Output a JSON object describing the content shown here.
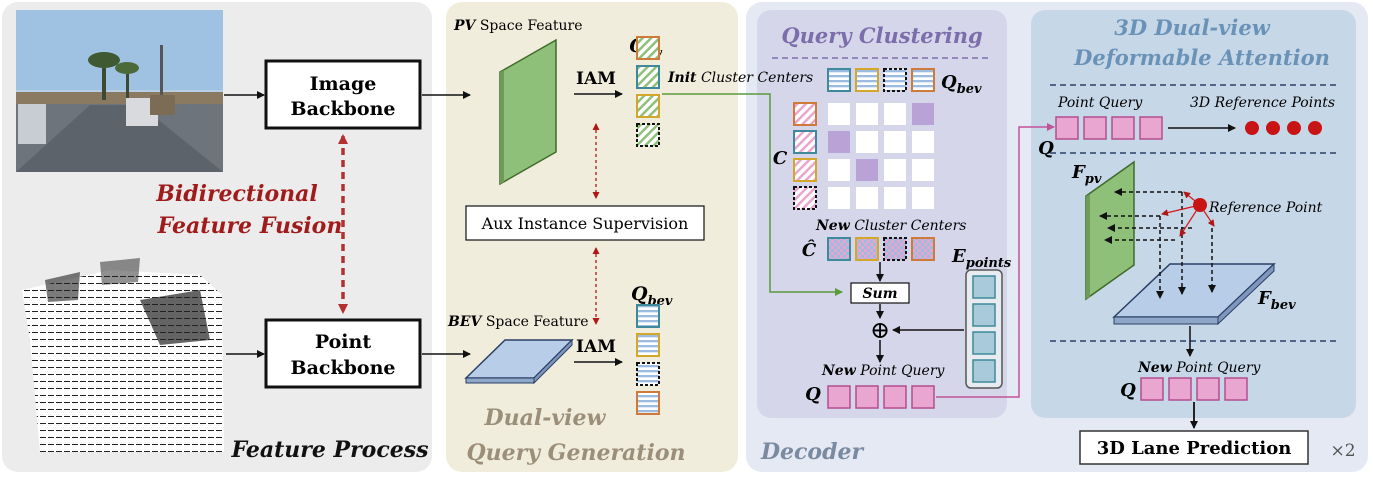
{
  "colors": {
    "panel_gray": "#ececec",
    "panel_beige": "#f1eddc",
    "panel_decoder": "#e5e9f3",
    "panel_cluster": "#d6d6eb",
    "panel_attention": "#c6d8e8",
    "red_text": "#a01c1c",
    "title_purple": "#7b6eaa",
    "title_blue": "#6a92b7",
    "feature_green": "#8fc07a",
    "feature_blue": "#b8cde8",
    "query_pink": "#e9a6d0",
    "query_pink_border": "#b34d8f",
    "arrow_green": "#5a9a3c",
    "arrow_pink": "#c25398",
    "matrix_purple": "#b9a3d6"
  },
  "sections": {
    "feature_process": "Feature Process",
    "query_generation_line1": "Dual-view",
    "query_generation_line2": "Query Generation",
    "decoder": "Decoder",
    "query_clustering": "Query Clustering",
    "attention_line1": "3D Dual-view",
    "attention_line2": "Deformable Attention",
    "repeat": "×2"
  },
  "inputs": {
    "camera_image": "camera-image",
    "point_cloud": "lidar-point-cloud"
  },
  "backbones": {
    "image_line1": "Image",
    "image_line2": "Backbone",
    "point_line1": "Point",
    "point_line2": "Backbone"
  },
  "fusion": {
    "line1": "Bidirectional",
    "line2": "Feature Fusion"
  },
  "query_generation": {
    "pv_feature_prefix": "PV",
    "pv_feature_suffix": " Space Feature",
    "bev_feature_prefix": "BEV",
    "bev_feature_suffix": " Space Feature",
    "iam_top": "IAM",
    "iam_bottom": "IAM",
    "aux_supervision": "Aux Instance Supervision",
    "q_pv": "Q",
    "q_pv_sub": "pv",
    "q_bev": "Q",
    "q_bev_sub": "bev"
  },
  "clustering": {
    "init_bold": "Init",
    "init_rest": " Cluster Centers",
    "q_bev": "Q",
    "q_bev_sub": "bev",
    "c_label": "C",
    "new_bold": "New",
    "new_rest": " Cluster Centers",
    "c_hat": "Ĉ",
    "sum": "Sum",
    "plus": "⊕",
    "e_points": "E",
    "e_points_sub": "points",
    "new_query_bold": "New",
    "new_query_rest": " Point Query",
    "q_label": "Q"
  },
  "attention": {
    "point_query": "Point Query",
    "ref_points": "3D Reference Points",
    "q_label": "Q",
    "f_pv": "F",
    "f_pv_sub": "pv",
    "f_bev": "F",
    "f_bev_sub": "bev",
    "reference_point": "Reference Point",
    "new_query_bold": "New",
    "new_query_rest": " Point Query",
    "q_label2": "Q",
    "prediction": "3D Lane Prediction"
  }
}
